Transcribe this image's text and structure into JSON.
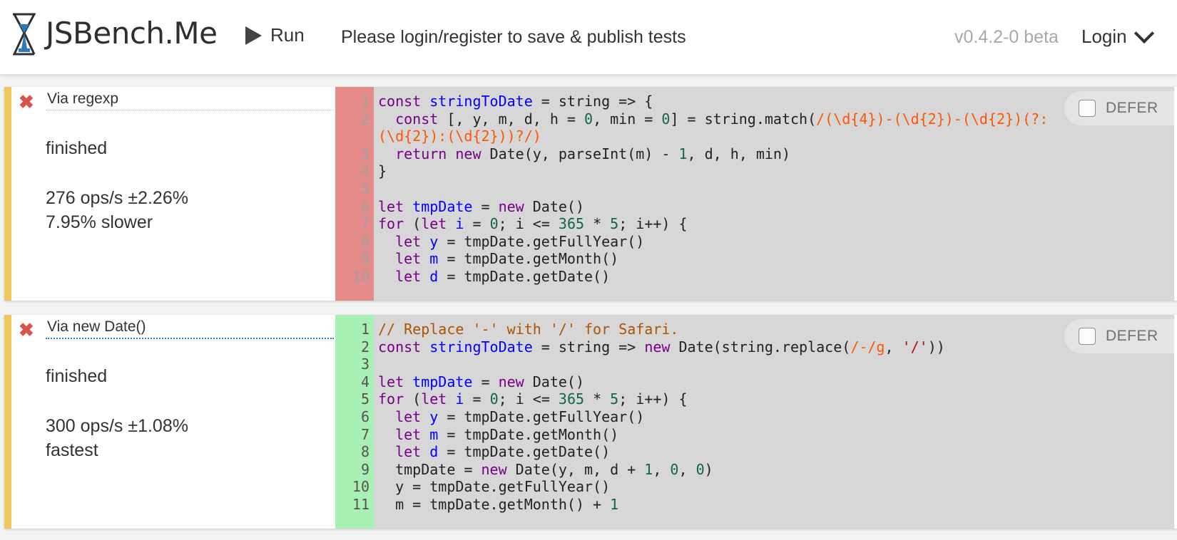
{
  "header": {
    "brand": "JSBench.Me",
    "run_label": "Run",
    "login_message": "Please login/register to save & publish tests",
    "version": "v0.4.2-0 beta",
    "login_label": "Login"
  },
  "tests": [
    {
      "name": "Via regexp",
      "status": "finished",
      "ops": "276 ops/s ±2.26%",
      "comparison": "7.95% slower",
      "defer_label": "DEFER",
      "line_numbers": [
        "1",
        "2",
        "",
        "3",
        "4",
        "5",
        "6",
        "7",
        "8",
        "9",
        "10"
      ],
      "code_lines": [
        "const stringToDate = string => {",
        "  const [, y, m, d, h = 0, min = 0] = string.match(/(\\d{4})-(\\d{2})-(\\d{2})(?:",
        "(\\d{2}):(\\d{2}))?/)",
        "  return new Date(y, parseInt(m) - 1, d, h, min)",
        "}",
        "",
        "let tmpDate = new Date()",
        "for (let i = 0; i <= 365 * 5; i++) {",
        "  let y = tmpDate.getFullYear()",
        "  let m = tmpDate.getMonth()",
        "  let d = tmpDate.getDate()"
      ]
    },
    {
      "name": "Via new Date()",
      "status": "finished",
      "ops": "300 ops/s ±1.08%",
      "comparison": "fastest",
      "defer_label": "DEFER",
      "line_numbers": [
        "1",
        "2",
        "3",
        "4",
        "5",
        "6",
        "7",
        "8",
        "9",
        "10",
        "11"
      ],
      "code_lines": [
        "// Replace '-' with '/' for Safari.",
        "const stringToDate = string => new Date(string.replace(/-/g, '/'))",
        "",
        "let tmpDate = new Date()",
        "for (let i = 0; i <= 365 * 5; i++) {",
        "  let y = tmpDate.getFullYear()",
        "  let m = tmpDate.getMonth()",
        "  let d = tmpDate.getDate()",
        "  tmpDate = new Date(y, m, d + 1, 0, 0)",
        "  y = tmpDate.getFullYear()",
        "  m = tmpDate.getMonth() + 1"
      ]
    }
  ],
  "colors": {
    "accent_bar": "#efc85a",
    "gutter_slower": "#e58b89",
    "gutter_fastest": "#a9f0b4",
    "editor_bg": "#d7d7d7",
    "close_icon": "#d9534f"
  },
  "icons": {
    "logo": "hourglass-icon",
    "run": "play-icon",
    "login": "chevron-down-icon",
    "remove_test": "close-icon"
  }
}
